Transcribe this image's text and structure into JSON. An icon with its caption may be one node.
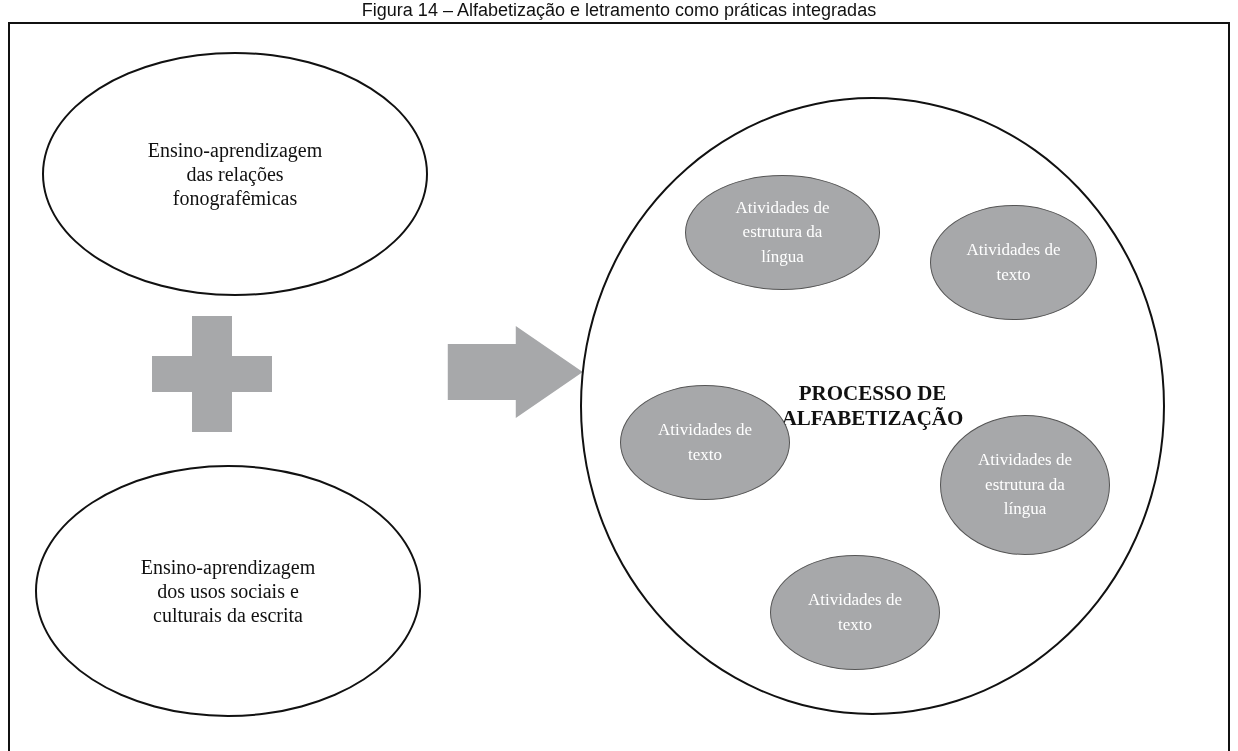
{
  "diagram": {
    "title": "Figura 14 – Alfabetização e letramento como práticas integradas",
    "nodes": [
      {
        "text": [
          "Ensino-aprendizagem das relações fonografêmicas"
        ]
      },
      {
        "text": [],
        "shape": "plus"
      },
      {
        "text": [
          "Ensino-aprendizagem dos usos sociais e culturais da escrita"
        ]
      },
      {
        "text": [
          "PROCESSO DE ALFABETIZAÇÃO"
        ]
      },
      {
        "text": [
          "Atividades de estrutura da língua"
        ],
        "in": 3
      },
      {
        "text": [
          "Atividades de texto"
        ],
        "in": 3
      },
      {
        "text": [
          "Atividades de texto"
        ],
        "in": 3
      },
      {
        "text": [
          "Atividades de estrutura da língua"
        ],
        "in": 3
      },
      {
        "text": [
          "Atividades de texto"
        ],
        "in": 3
      }
    ],
    "edges": [
      {
        "from": null,
        "to": 3,
        "arrow": "to"
      }
    ]
  }
}
